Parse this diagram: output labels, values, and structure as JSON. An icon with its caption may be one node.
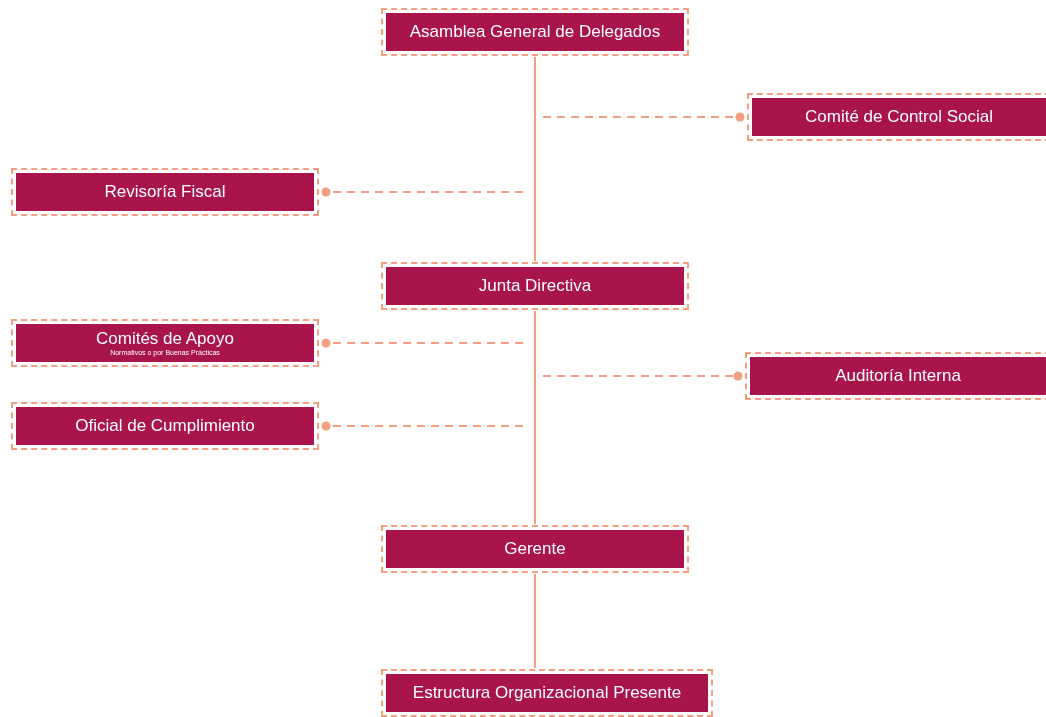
{
  "diagram": {
    "nodes": [
      {
        "text": [
          "Asamblea General de Delegados"
        ]
      },
      {
        "text": [
          "Comité de Control Social"
        ]
      },
      {
        "text": [
          "Revisoría Fiscal"
        ]
      },
      {
        "text": [
          "Junta Directiva"
        ]
      },
      {
        "text": [
          "Comités de Apoyo",
          "Normativos o por Buenas Prácticas"
        ]
      },
      {
        "text": [
          "Auditoría Interna"
        ]
      },
      {
        "text": [
          "Oficial de Cumplimiento"
        ]
      },
      {
        "text": [
          "Gerente"
        ]
      },
      {
        "text": [
          "Estructura Organizacional Presente"
        ]
      }
    ],
    "edges": [
      {
        "from": 0,
        "to": 3,
        "arrow": "none"
      },
      {
        "from": null,
        "to": 1,
        "arrow": "other",
        "style": "dashed"
      },
      {
        "from": null,
        "to": 2,
        "arrow": "other",
        "style": "dashed"
      },
      {
        "from": 3,
        "to": 7,
        "arrow": "none"
      },
      {
        "from": null,
        "to": 4,
        "arrow": "other",
        "style": "dashed"
      },
      {
        "from": null,
        "to": 5,
        "arrow": "other",
        "style": "dashed"
      },
      {
        "from": null,
        "to": 6,
        "arrow": "other",
        "style": "dashed"
      },
      {
        "from": 7,
        "to": 8,
        "arrow": "none"
      }
    ]
  }
}
